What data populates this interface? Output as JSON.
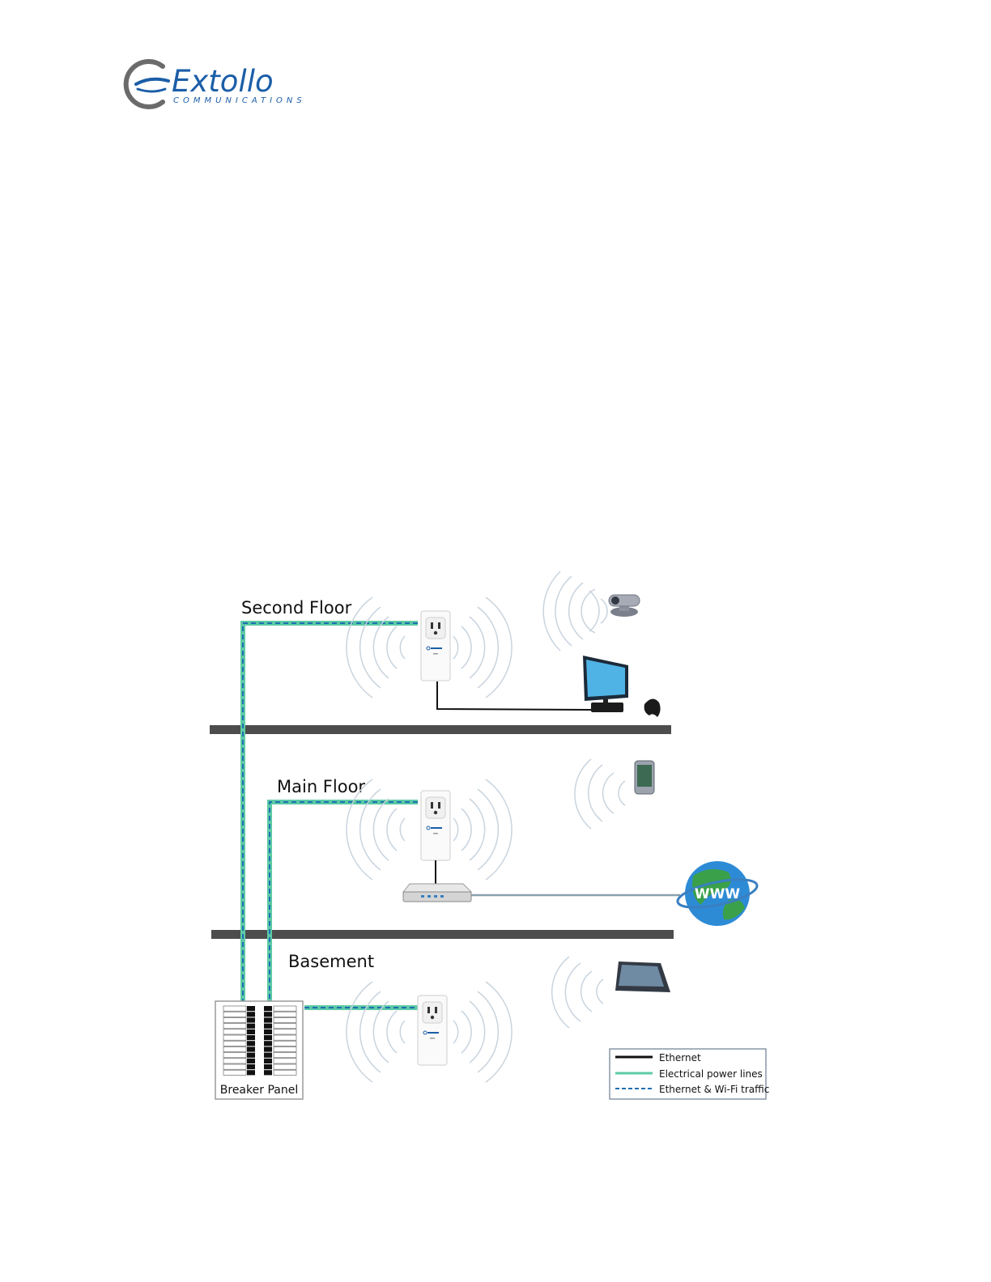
{
  "brand": {
    "name": "Extollo",
    "tagline": "COMMUNICATIONS"
  },
  "floors": {
    "second": "Second Floor",
    "main": "Main Floor",
    "basement": "Basement"
  },
  "breaker_panel": {
    "label": "Breaker Panel"
  },
  "globe": {
    "label": "WWW"
  },
  "legend": {
    "ethernet": "Ethernet",
    "power": "Electrical power lines",
    "traffic": "Ethernet & Wi-Fi traffic"
  },
  "colors": {
    "power_line": "#5ccaa5",
    "traffic_line": "#1f6fb2",
    "floor_slab": "#4d4d4d",
    "brand_blue": "#1b5ea7",
    "wifi_wave": "#c9d4de"
  }
}
